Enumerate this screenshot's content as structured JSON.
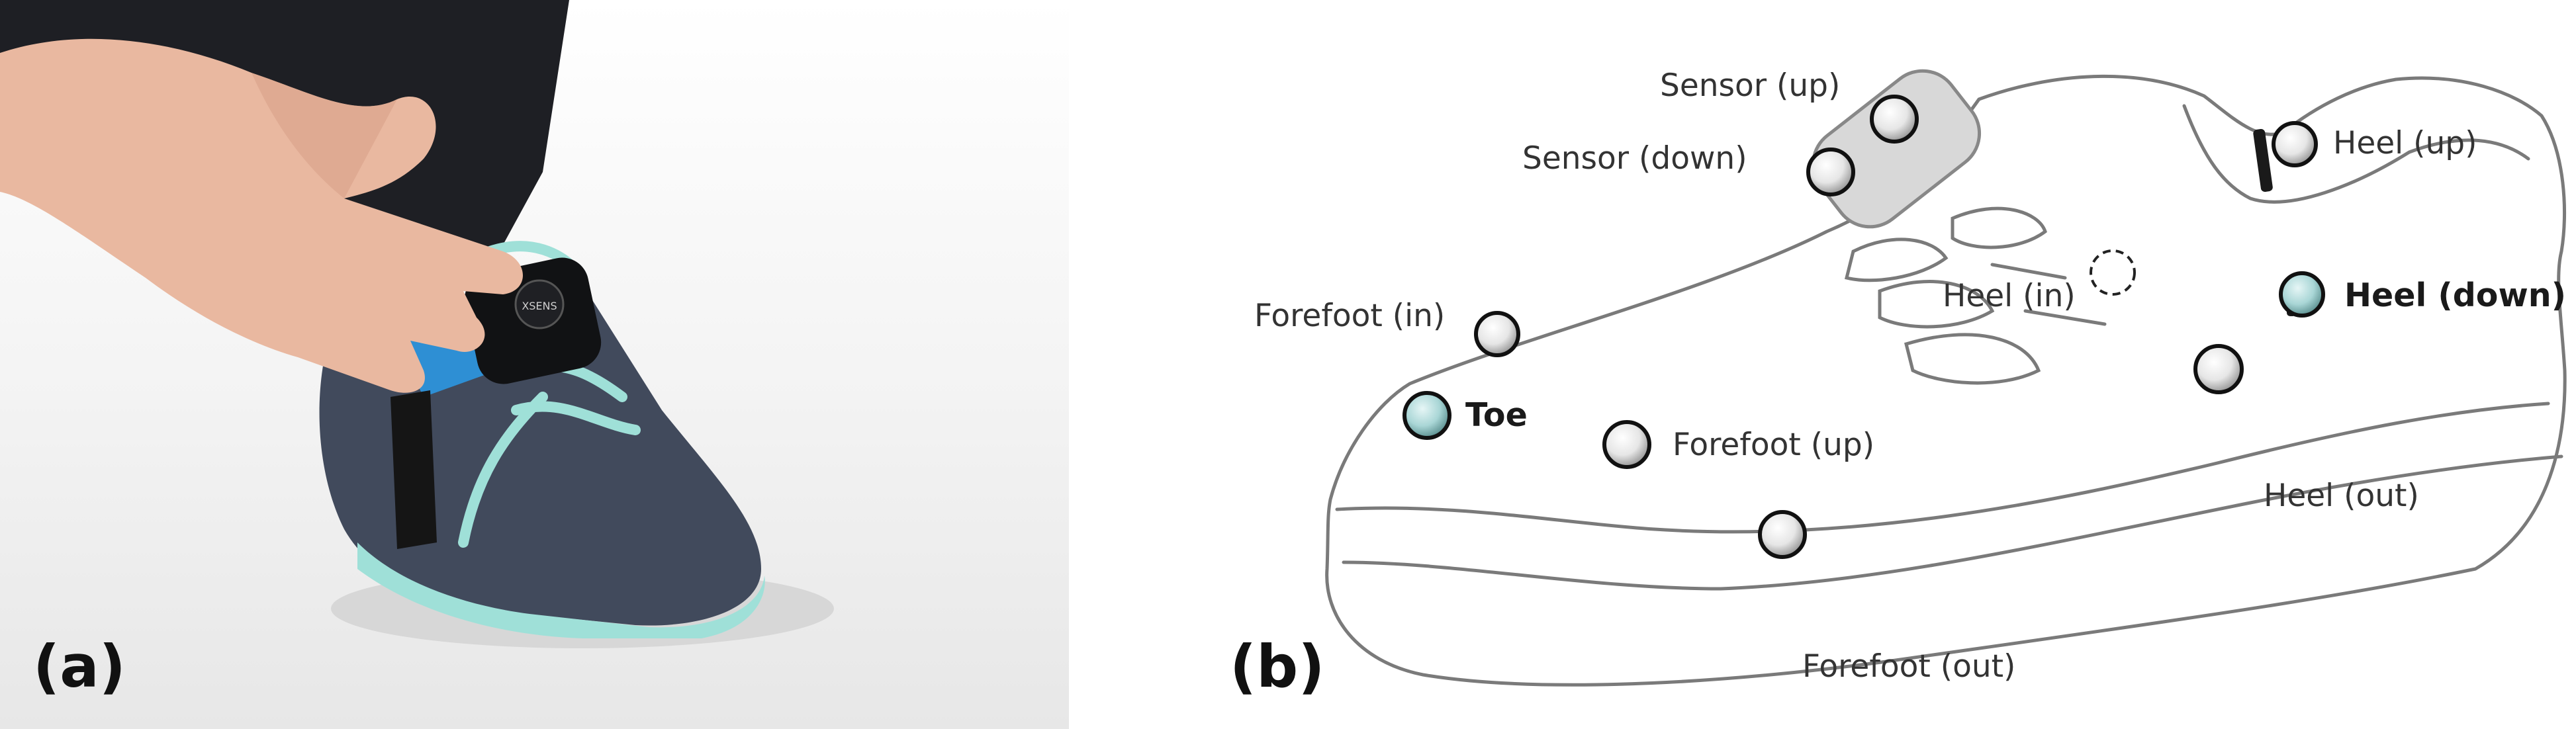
{
  "panels": {
    "a": "(a)",
    "b": "(b)"
  },
  "photo": {
    "sensor_text": "XSENS"
  },
  "markers": {
    "sensor_up": "Sensor (up)",
    "sensor_down": "Sensor (down)",
    "heel_up": "Heel (up)",
    "heel_down": "Heel (down)",
    "heel_in": "Heel (in)",
    "heel_out": "Heel (out)",
    "forefoot_in": "Forefoot (in)",
    "toe": "Toe",
    "forefoot_up": "Forefoot (up)",
    "forefoot_out": "Forefoot (out)"
  },
  "colors": {
    "marker_white": "#f2f2f2",
    "marker_highlight": "#a9d6d6",
    "shoe_photo": "#414a5c",
    "lace_aqua": "#9fe0d8",
    "strap_blue": "#2e8fd4"
  }
}
